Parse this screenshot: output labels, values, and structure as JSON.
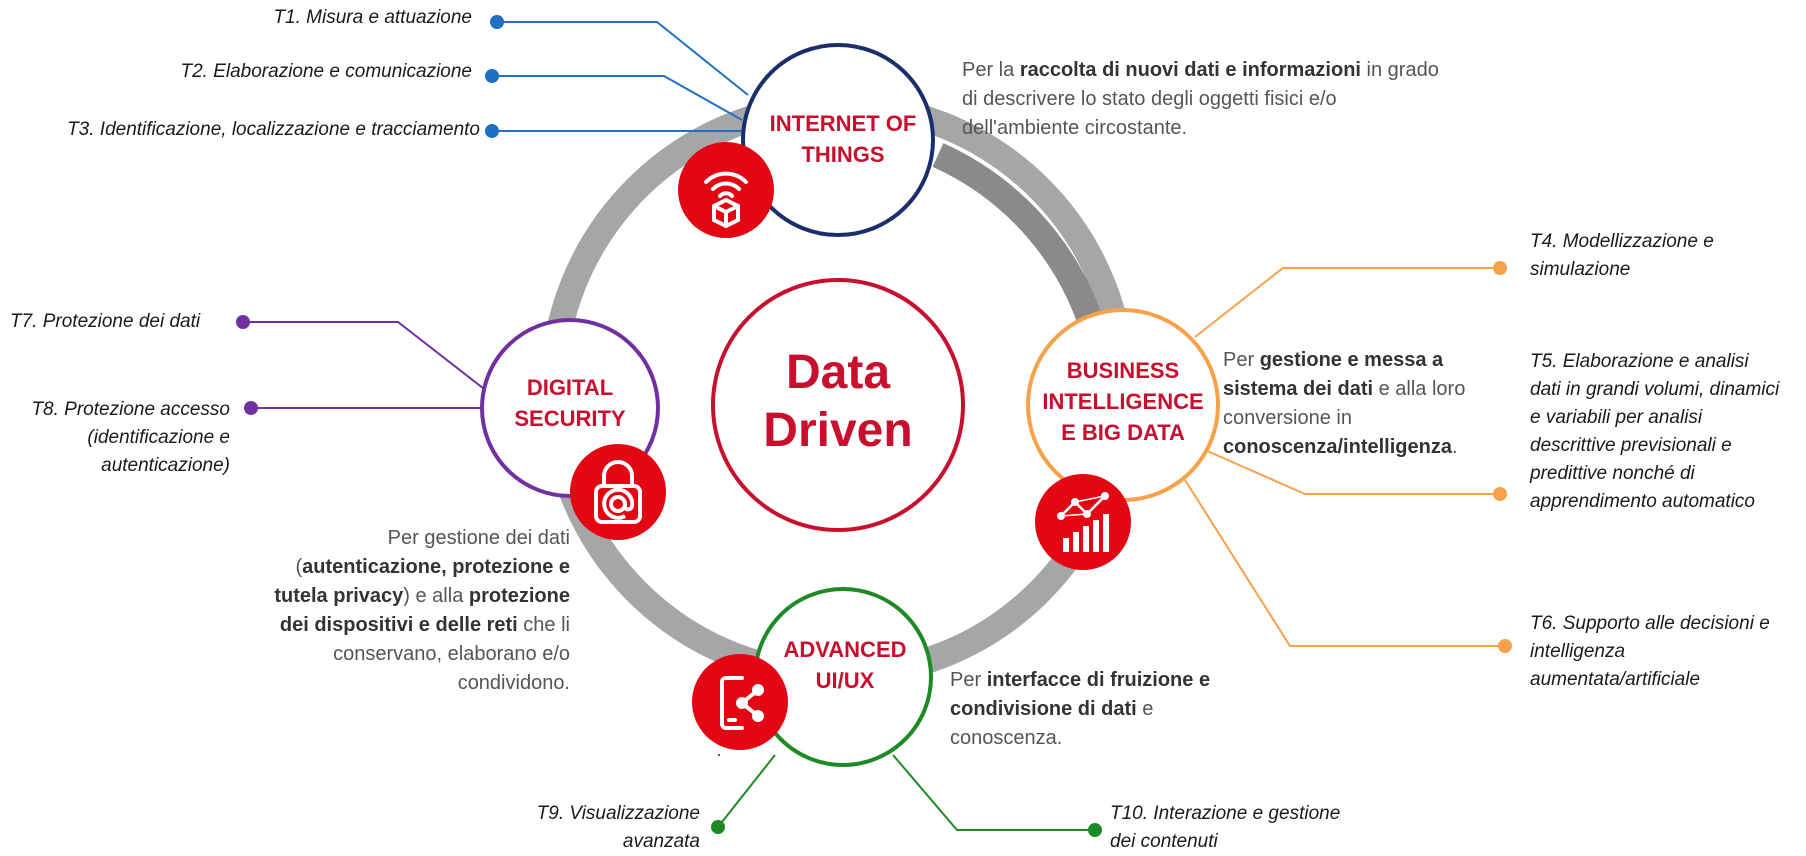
{
  "center": {
    "line1": "Data",
    "line2": "Driven"
  },
  "colors": {
    "accent_red": "#c8102e",
    "badge_red": "#e30613",
    "iot_blue": "#1a2e6b",
    "connector_blue": "#1f6fc2",
    "bi_orange": "#f7a24b",
    "security_purple": "#7030a0",
    "uiux_green": "#1e8a25",
    "ring_grey": "#9e9e9e"
  },
  "nodes": {
    "iot": {
      "title_line1": "INTERNET OF",
      "title_line2": "THINGS",
      "icon": "wifi-cube-icon",
      "desc": {
        "p1": "Per la ",
        "b1": "raccolta di nuovi dati e informazioni",
        "p2": " in grado di descrivere lo stato degli oggetti fisici e/o dell'ambiente circostante."
      },
      "tasks": [
        "T1. Misura e attuazione",
        "T2. Elaborazione e comunicazione",
        "T3. Identificazione, localizzazione e tracciamento"
      ]
    },
    "bi": {
      "title_line1": "BUSINESS",
      "title_line2": "INTELLIGENCE",
      "title_line3": "E BIG DATA",
      "icon": "analytics-chart-icon",
      "desc": {
        "p1": "Per ",
        "b1": "gestione e messa a sistema dei dati",
        "p2": " e alla loro conversione in ",
        "b2": "conoscenza/intelligenza",
        "p3": "."
      },
      "tasks": [
        "T4. Modellizzazione e simulazione",
        "T5. Elaborazione e analisi dati in grandi volumi, dinamici e variabili per analisi descrittive previsionali e predittive nonché di apprendimento automatico",
        "T6. Supporto alle decisioni e intelligenza aumentata/artificiale"
      ]
    },
    "security": {
      "title_line1": "DIGITAL",
      "title_line2": "SECURITY",
      "icon": "lock-at-icon",
      "desc": {
        "p1": "Per gestione dei dati (",
        "b1": "autenticazione, protezione e tutela privacy",
        "p2": ") e alla ",
        "b2": "protezione dei dispositivi e delle reti",
        "p3": " che li conservano, elaborano e/o condividono."
      },
      "tasks": [
        "T7. Protezione dei dati",
        "T8. Protezione accesso (identificazione e autenticazione)"
      ]
    },
    "uiux": {
      "title_line1": "ADVANCED",
      "title_line2": "UI/UX",
      "icon": "mobile-share-icon",
      "desc": {
        "p1": "Per ",
        "b1": "interfacce di fruizione e condivisione di dati",
        "p2": " e conoscenza."
      },
      "tasks": [
        "T9. Visualizzazione avanzata",
        "T10. Interazione e gestione dei contenuti"
      ]
    }
  }
}
